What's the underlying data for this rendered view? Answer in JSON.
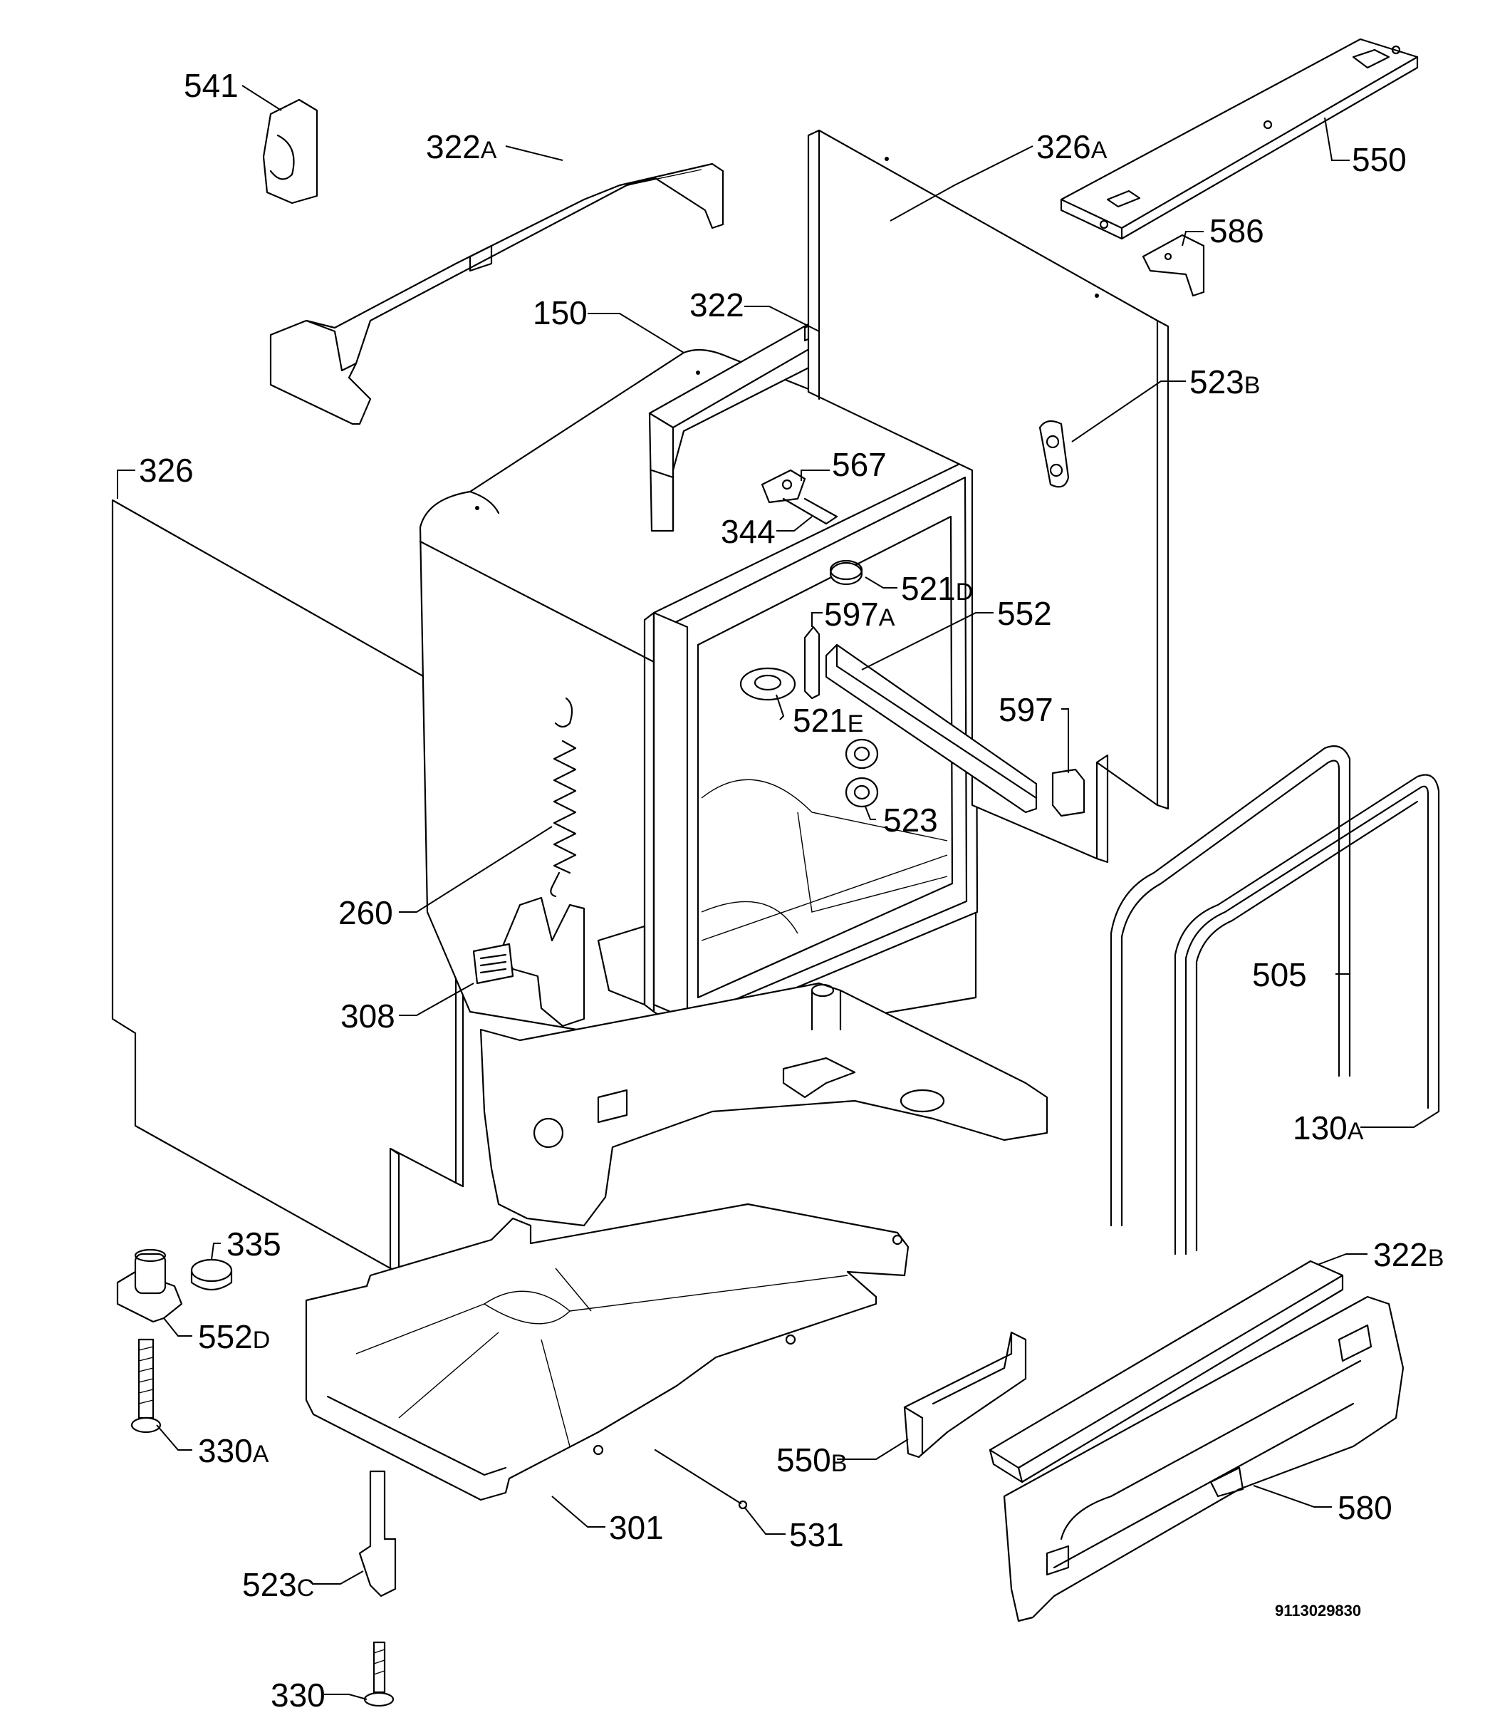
{
  "drawing_code": "9113029830",
  "labels": [
    {
      "id": "541",
      "num": "541",
      "suf": ""
    },
    {
      "id": "322a",
      "num": "322",
      "suf": "A"
    },
    {
      "id": "326a",
      "num": "326",
      "suf": "A"
    },
    {
      "id": "550",
      "num": "550",
      "suf": ""
    },
    {
      "id": "586",
      "num": "586",
      "suf": ""
    },
    {
      "id": "150",
      "num": "150",
      "suf": ""
    },
    {
      "id": "322",
      "num": "322",
      "suf": ""
    },
    {
      "id": "523b",
      "num": "523",
      "suf": "B"
    },
    {
      "id": "326",
      "num": "326",
      "suf": ""
    },
    {
      "id": "567",
      "num": "567",
      "suf": ""
    },
    {
      "id": "344",
      "num": "344",
      "suf": ""
    },
    {
      "id": "521d",
      "num": "521",
      "suf": "D"
    },
    {
      "id": "597a",
      "num": "597",
      "suf": "A"
    },
    {
      "id": "552",
      "num": "552",
      "suf": ""
    },
    {
      "id": "521e",
      "num": "521",
      "suf": "E"
    },
    {
      "id": "597",
      "num": "597",
      "suf": ""
    },
    {
      "id": "523",
      "num": "523",
      "suf": ""
    },
    {
      "id": "260",
      "num": "260",
      "suf": ""
    },
    {
      "id": "505",
      "num": "505",
      "suf": ""
    },
    {
      "id": "308",
      "num": "308",
      "suf": ""
    },
    {
      "id": "130a",
      "num": "130",
      "suf": "A"
    },
    {
      "id": "335",
      "num": "335",
      "suf": ""
    },
    {
      "id": "322b",
      "num": "322",
      "suf": "B"
    },
    {
      "id": "552d",
      "num": "552",
      "suf": "D"
    },
    {
      "id": "330a",
      "num": "330",
      "suf": "A"
    },
    {
      "id": "550b",
      "num": "550",
      "suf": "B"
    },
    {
      "id": "580",
      "num": "580",
      "suf": ""
    },
    {
      "id": "301",
      "num": "301",
      "suf": ""
    },
    {
      "id": "531",
      "num": "531",
      "suf": ""
    },
    {
      "id": "523c",
      "num": "523",
      "suf": "C"
    },
    {
      "id": "330",
      "num": "330",
      "suf": ""
    }
  ]
}
